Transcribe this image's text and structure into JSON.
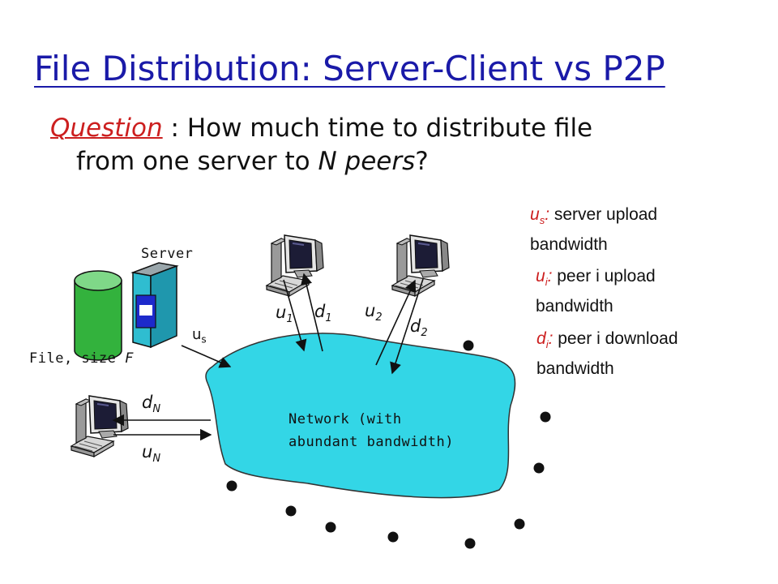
{
  "title": "File Distribution: Server-Client vs P2P",
  "question": {
    "label": "Question",
    "sep": " : ",
    "line1": "How much time to distribute file",
    "line2_a": "from one server to ",
    "line2_n": "N",
    "line2_b": " peers",
    "line2_end": "?"
  },
  "diagram": {
    "server_label": "Server",
    "file_label": "File, size ",
    "file_var": "F",
    "network_line1": "Network (with",
    "network_line2": "abundant bandwidth)",
    "us": {
      "base": "u",
      "sub": "s"
    },
    "u1": {
      "base": "u",
      "sub": "1"
    },
    "d1": {
      "base": "d",
      "sub": "1"
    },
    "u2": {
      "base": "u",
      "sub": "2"
    },
    "d2": {
      "base": "d",
      "sub": "2"
    },
    "dN": {
      "base": "d",
      "sub": "N"
    },
    "uN": {
      "base": "u",
      "sub": "N"
    }
  },
  "legend": [
    {
      "sym": "u",
      "sub": "s",
      "colon": ":",
      "line1": " server upload",
      "line2": "bandwidth"
    },
    {
      "sym": "u",
      "sub": "i",
      "colon": ":",
      "line1": " peer i upload",
      "line2": "bandwidth"
    },
    {
      "sym": "d",
      "sub": "i",
      "colon": ":",
      "line1": " peer i download",
      "line2": "bandwidth"
    }
  ],
  "colors": {
    "title": "#1a1aa8",
    "accent": "#cc1f1f",
    "network": "#33d6e6",
    "database": "#33b23d",
    "server": "#33c9d6"
  }
}
